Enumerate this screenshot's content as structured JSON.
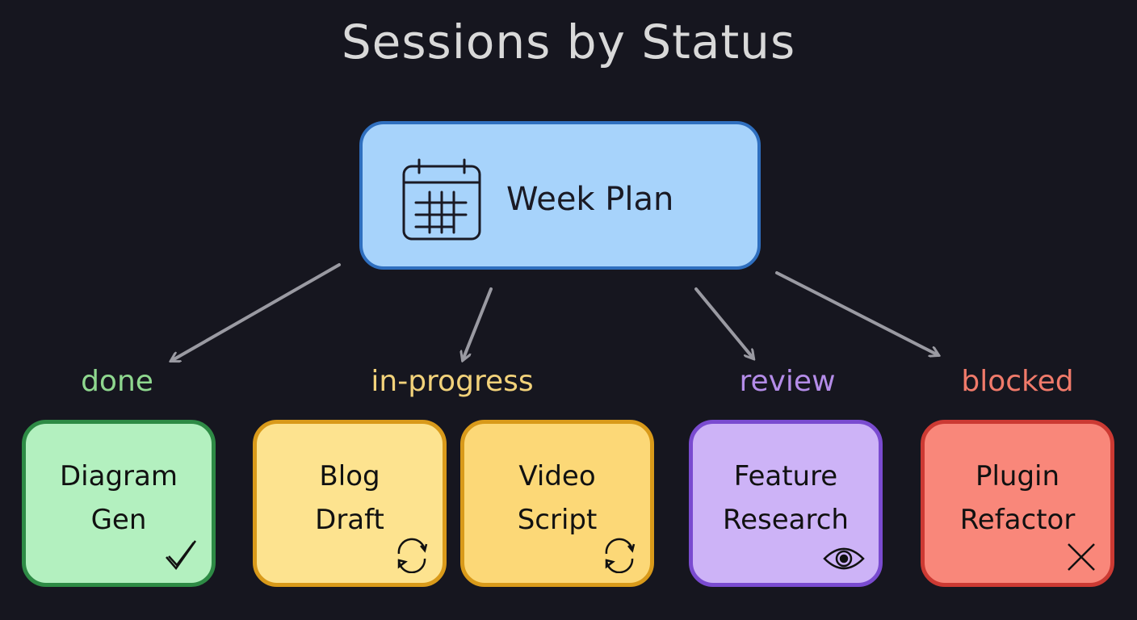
{
  "title": "Sessions by Status",
  "root": {
    "label": "Week Plan",
    "icon": "calendar-icon"
  },
  "groups": [
    {
      "status": "done",
      "color": "#8fd88f"
    },
    {
      "status": "in-progress",
      "color": "#f2d27a"
    },
    {
      "status": "review",
      "color": "#b48ce8"
    },
    {
      "status": "blocked",
      "color": "#f07a6a"
    }
  ],
  "cards": [
    {
      "line1": "Diagram",
      "line2": "Gen",
      "status": "done",
      "icon": "checkmark-icon"
    },
    {
      "line1": "Blog",
      "line2": "Draft",
      "status": "in-progress",
      "icon": "refresh-icon"
    },
    {
      "line1": "Video",
      "line2": "Script",
      "status": "in-progress",
      "icon": "refresh-icon"
    },
    {
      "line1": "Feature",
      "line2": "Research",
      "status": "review",
      "icon": "eye-icon"
    },
    {
      "line1": "Plugin",
      "line2": "Refactor",
      "status": "blocked",
      "icon": "x-icon"
    }
  ]
}
